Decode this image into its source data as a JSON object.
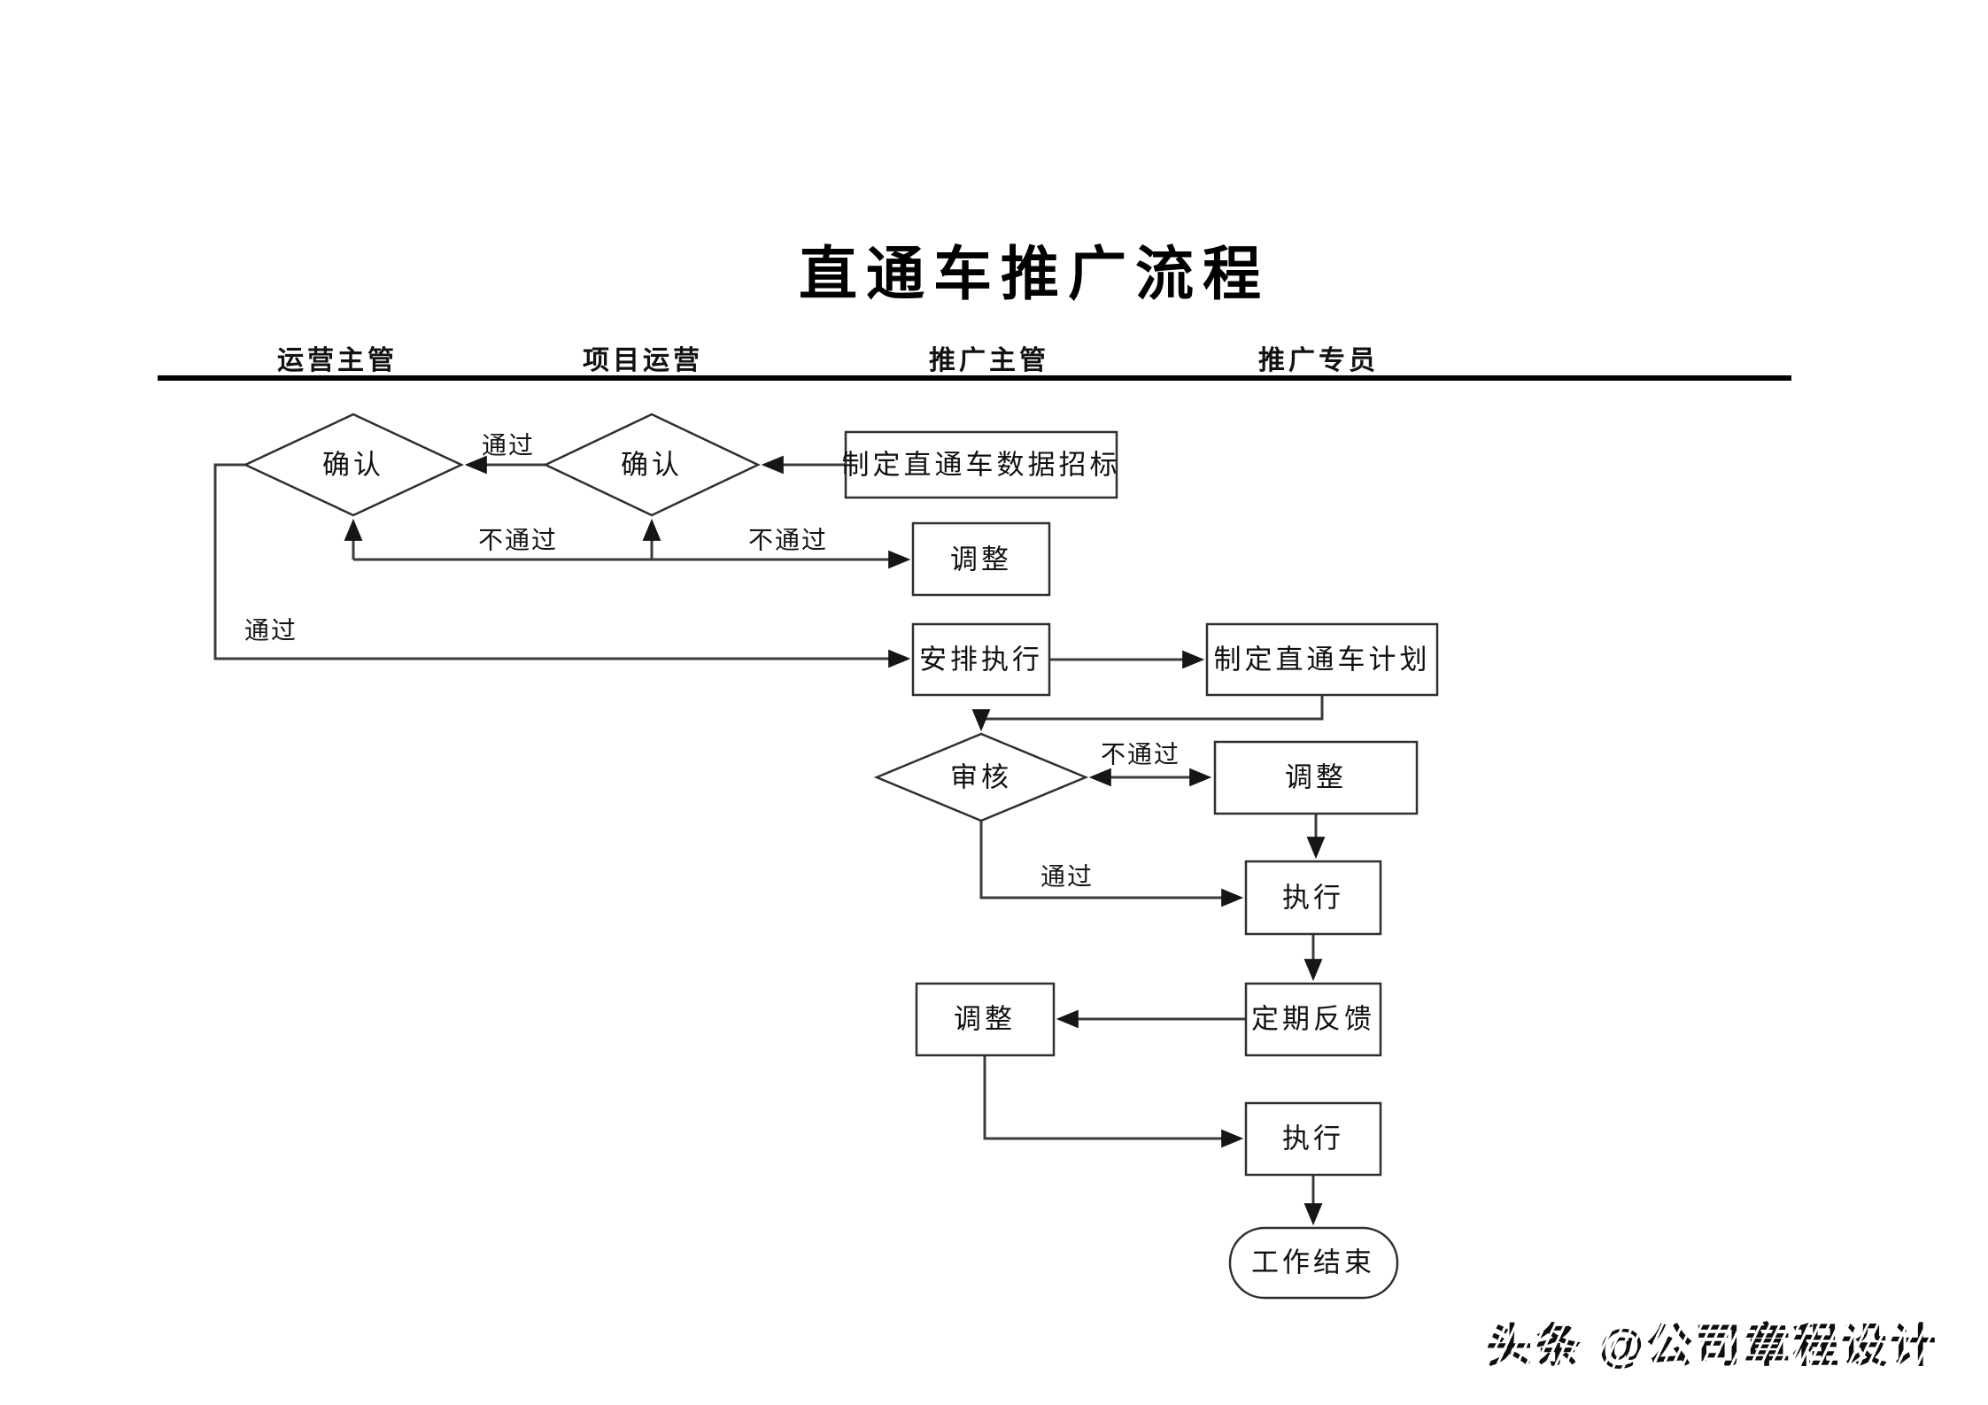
{
  "title": "直通车推广流程",
  "lanes": [
    {
      "label": "运营主管"
    },
    {
      "label": "项目运营"
    },
    {
      "label": "推广主管"
    },
    {
      "label": "推广专员"
    }
  ],
  "nodes": {
    "confirm_supervisor": {
      "label": "确认",
      "type": "decision"
    },
    "confirm_project": {
      "label": "确认",
      "type": "decision"
    },
    "create_bidding": {
      "label": "制定直通车数据招标",
      "type": "process"
    },
    "adjust_top": {
      "label": "调整",
      "type": "process"
    },
    "arrange_execution": {
      "label": "安排执行",
      "type": "process"
    },
    "create_plan": {
      "label": "制定直通车计划",
      "type": "process"
    },
    "review": {
      "label": "审核",
      "type": "decision"
    },
    "adjust_review": {
      "label": "调整",
      "type": "process"
    },
    "execute_plan": {
      "label": "执行",
      "type": "process"
    },
    "adjust_feedback": {
      "label": "调整",
      "type": "process"
    },
    "periodic_feedback": {
      "label": "定期反馈",
      "type": "process"
    },
    "execute_adjust": {
      "label": "执行",
      "type": "process"
    },
    "work_end": {
      "label": "工作结束",
      "type": "terminator"
    }
  },
  "edge_labels": {
    "pass_confirm": "通过",
    "fail_confirm_left": "不通过",
    "fail_confirm_right": "不通过",
    "pass_supervisor": "通过",
    "fail_review": "不通过",
    "pass_review": "通过"
  },
  "watermark": "头条 @公司章程设计",
  "colors": {
    "ink": "#000000",
    "line": "#3c3c3c",
    "node_fill": "#ffffff"
  }
}
